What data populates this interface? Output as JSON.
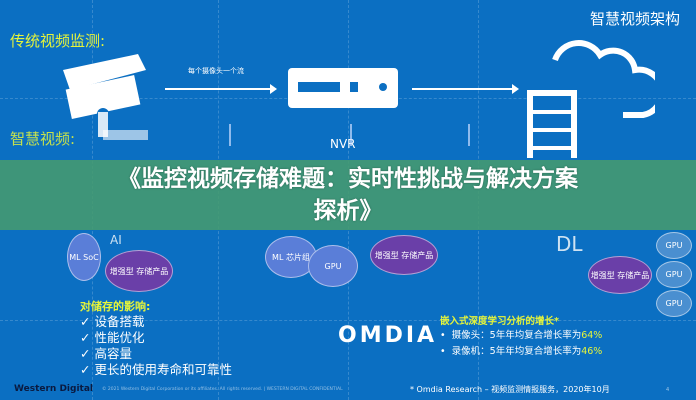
{
  "header": {
    "title": "智慧视频架构"
  },
  "traditional": {
    "label": "传统视频监测:",
    "stream_label": "每个摄像头一个流",
    "nvr_label": "NVR"
  },
  "smart": {
    "label": "智慧视频:",
    "ai_label": "AI",
    "dl_label": "DL"
  },
  "bubbles": {
    "ml_soc": "ML SoC",
    "storage1": "增强型 存储产品",
    "ml_chip": "ML 芯片组",
    "gpu": "GPU",
    "storage2": "增强型 存储产品",
    "gpu_stack": [
      "GPU",
      "GPU",
      "GPU"
    ],
    "storage3": "增强型 存储产品"
  },
  "banner": {
    "line1": "《监控视频存储难题：实时性挑战与解决方案",
    "line2": "探析》"
  },
  "impact": {
    "title": "对储存的影响:",
    "items": [
      "设备搭载",
      "性能优化",
      "高容量",
      "更长的使用寿命和可靠性"
    ],
    "check": "✓"
  },
  "omdia": {
    "logo": "OMDIA",
    "title": "嵌入式深度学习分析的增长*",
    "rows": [
      {
        "label": "摄像头：5年年均复合增长率为",
        "value": "64%"
      },
      {
        "label": "录像机：5年年均复合增长率为",
        "value": "46%"
      }
    ]
  },
  "footer": {
    "brand": "Western Digital",
    "copyright": "© 2021 Western Digital Corporation or its affiliates. All rights reserved.  |  WESTERN DIGITAL CONFIDENTIAL",
    "source": "* Omdia Research – 视频监测情报服务，2020年10月",
    "page": "4"
  }
}
